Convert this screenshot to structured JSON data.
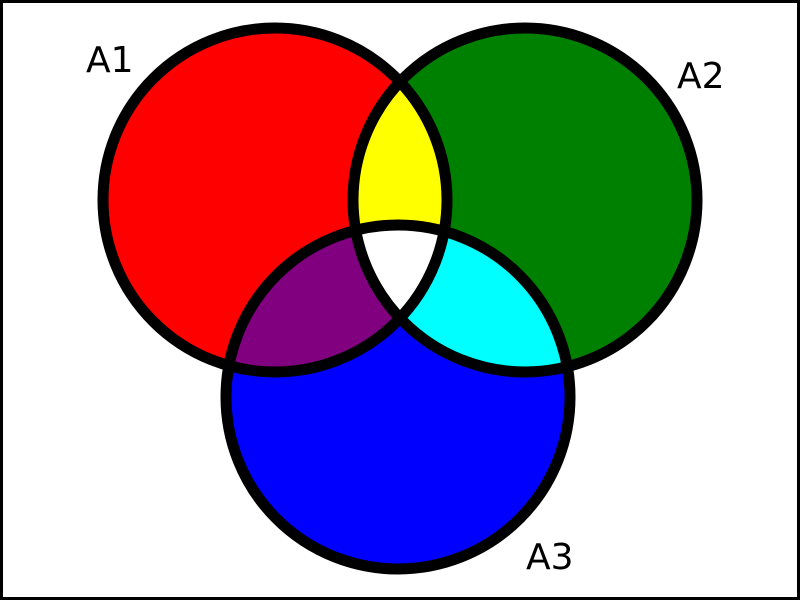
{
  "diagram": {
    "type": "venn",
    "sets": [
      {
        "id": "A1",
        "label": "A1",
        "color": "#ff0000"
      },
      {
        "id": "A2",
        "label": "A2",
        "color": "#008000"
      },
      {
        "id": "A3",
        "label": "A3",
        "color": "#0000ff"
      }
    ],
    "intersections": {
      "A1_A2": "#ffff00",
      "A1_A3": "#800080",
      "A2_A3": "#00ffff",
      "A1_A2_A3": "#ffffff"
    },
    "outline_color": "#000000",
    "background_color": "#ffffff"
  }
}
